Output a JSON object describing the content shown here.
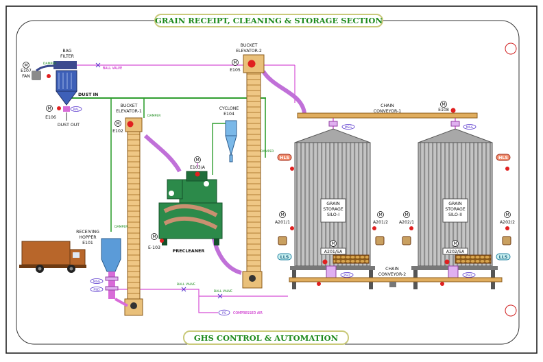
{
  "title": "GRAIN RECEIPT, CLEANING & STORAGE SECTION",
  "footer": "GHS CONTROL & AUTOMATION",
  "motor_symbol": "M",
  "labels": {
    "bag_filter": [
      "BAG",
      "FILTER"
    ],
    "e107": "E107",
    "fan": "FAN",
    "e106": "E106",
    "dust_in": "DUST IN",
    "dust_out": "DUST OUT",
    "ral": "RAL",
    "ball_valve": "BALL VALVE",
    "damper": "DAMPER",
    "bucket_elevator_1": [
      "BUCKET",
      "ELEVATOR-1"
    ],
    "e102": "E102",
    "bucket_elevator_2": [
      "BUCKET",
      "ELEVATOR-2"
    ],
    "e105": "E105",
    "cyclone": [
      "CYCLONE",
      "E104"
    ],
    "e103a": "E103/A",
    "e103": "E-103",
    "precleaner": "PRECLEANER",
    "receiving_hopper": [
      "RECEIVING",
      "HOPPER",
      "E101"
    ],
    "msg": "MSG",
    "psd": "PSD",
    "ps": "PS",
    "compressed_air": "COMPRESSED AIR",
    "chain_conveyor_1": [
      "CHAIN",
      "CONVEYOR-1"
    ],
    "e108": "E108",
    "chain_conveyor_2": [
      "CHAIN",
      "CONVEYOR-2"
    ],
    "hls": "HLS",
    "lls": "LLS",
    "silo_1": [
      "GRAIN",
      "STORAGE",
      "SILO-I"
    ],
    "silo_2": [
      "GRAIN",
      "STORAGE",
      "SILO-II"
    ],
    "a201_1": "A201/1",
    "a201_2": "A201/2",
    "a202_1": "A202/1",
    "a202_2": "A202/2",
    "a201_sa": "A201/SA",
    "a202_sa": "A202/SA"
  },
  "colors": {
    "frame": "#222222",
    "banner_text": "#1d8a1d",
    "banner_border": "#c9c97a",
    "elevator": "#e9c07a",
    "conveyor": "#e0ad5e",
    "pipe_green": "#2f9e2f",
    "pipe_magenta": "#d54fd5",
    "duct": "#c070d8",
    "silo": "#b9b9b9",
    "precleaner": "#2c8a4a",
    "truck": "#b8662a",
    "indicator_red": "#e02020",
    "hls_fill": "#f08a6a",
    "lls_fill": "#c9f0f0"
  }
}
